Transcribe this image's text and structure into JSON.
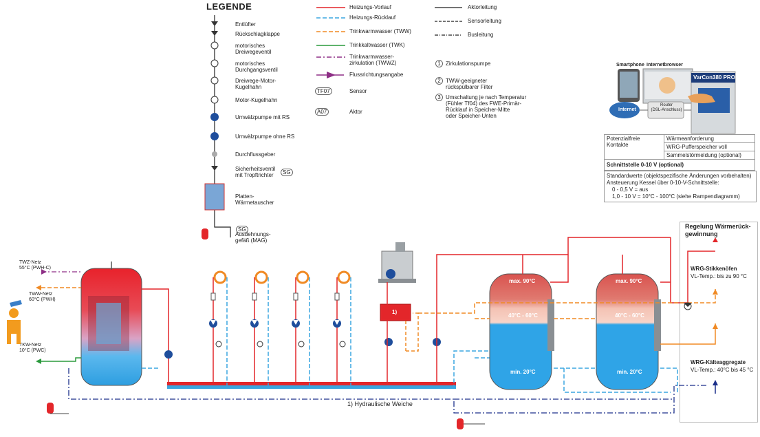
{
  "legend": {
    "title": "LEGENDE",
    "symbols": [
      {
        "label": "Entlüfter"
      },
      {
        "label": "Rückschlagklappe"
      },
      {
        "label": "motorisches\nDreiwegeventil"
      },
      {
        "label": "motorisches\nDurchgangsventil"
      },
      {
        "label": "Dreiwege-Motor-\nKugelhahn"
      },
      {
        "label": "Motor-Kugelhahn"
      },
      {
        "label": "Umwälzpumpe mit RS"
      },
      {
        "label": "Umwälzpumpe ohne RS"
      },
      {
        "label": "Durchflussgeber"
      },
      {
        "label": "Sicherheitsventil\nmit Tropftrichter",
        "badge": "SG"
      },
      {
        "label": "Platten-\nWärmetauscher"
      },
      {
        "label": "Ausdehnungs-\ngefäß (MAG)",
        "badge": "SG"
      }
    ],
    "lines": [
      {
        "label": "Heizungs-Vorlauf",
        "color": "#e3262a",
        "style": "solid"
      },
      {
        "label": "Heizungs-Rücklauf",
        "color": "#3aa6e0",
        "style": "dashed"
      },
      {
        "label": "Trinkwarmwasser (TWW)",
        "color": "#f08a24",
        "style": "dashed"
      },
      {
        "label": "Trinkkaltwasser (TWK)",
        "color": "#2a9a3c",
        "style": "solid"
      },
      {
        "label": "Trinkwarmwasser-\nzirkulation (TWWZ)",
        "color": "#8e2f86",
        "style": "dashdot"
      },
      {
        "label": "Flussrichtungsangabe",
        "color": "#8e2f86",
        "style": "arrow"
      },
      {
        "label": "Sensor",
        "badge": "TF07"
      },
      {
        "label": "Aktor",
        "badge": "A07"
      }
    ],
    "lines2": [
      {
        "label": "Aktorleitung",
        "style": "solid"
      },
      {
        "label": "Sensorleitung",
        "style": "dashed"
      },
      {
        "label": "Busleitung",
        "style": "dashdot"
      }
    ],
    "notes": [
      {
        "num": "1",
        "label": "Zirkulationspumpe"
      },
      {
        "num": "2",
        "label": "TWW-geeigneter\nrückspülbarer Filter"
      },
      {
        "num": "3",
        "label": "Umschaltung je nach Temperatur\n(Fühler Tf04) des FWE-Primär-\nRücklauf in Speicher-Mitte\noder Speicher-Unten"
      }
    ]
  },
  "remote": {
    "smartphone": "Smartphone",
    "browser": "Internetbrowser",
    "product": "VarCon380 PRO",
    "internet": "Internet",
    "router": "Router\n(DSL-Anschluss)"
  },
  "table": {
    "left": "Potenzialfreie\nKontakte",
    "rows": [
      "Wärmeanforderung",
      "WRG-Pufferspeicher voll",
      "Sammelstörmeldung (optional)"
    ],
    "interface": "Schnittstelle 0-10 V (optional)"
  },
  "standard": {
    "lines": [
      "Standardwerte (objektspezifische Änderungen vorbehalten)",
      "Ansteuerung Kessel über 0-10-V-Schnittstelle:",
      "0 - 0,5 V = aus",
      "1,0 - 10 V = 10°C - 100°C (siehe Rampendiagramm)"
    ]
  },
  "regelung": {
    "title": "Regelung Wärmerück-\ngewinnung",
    "stick_title": "WRG-Stikkenöfen",
    "stick_temp": "VL-Temp.: bis zu 90 °C",
    "kaelte_title": "WRG-Kälteaggregate",
    "kaelte_temp": "VL-Temp.: 40°C bis 45 °C"
  },
  "networks": {
    "twz": "TWZ-Netz\n55°C (PWH-C)",
    "tww": "TWW-Netz\n60°C (PWH)",
    "tkw": "TKW-Netz\n10°C (PWC)"
  },
  "tanks": {
    "max": "max. 90°C",
    "mid": "40°C - 60°C",
    "min": "min. 20°C"
  },
  "weiche": {
    "box": "1)",
    "caption": "1) Hydraulische Weiche"
  },
  "colors": {
    "vorlauf": "#e3262a",
    "ruecklauf": "#3aa6e0",
    "tww": "#f08a24",
    "twk": "#2a9a3c",
    "twwz": "#8e2f86",
    "bus": "#1b2f8a"
  }
}
